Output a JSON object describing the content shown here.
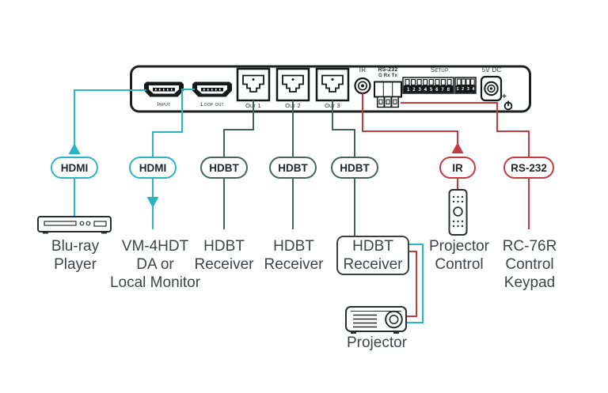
{
  "panel": {
    "input_label": "Input",
    "loop_out_label": "Loop out",
    "out1_label": "Out 1",
    "out2_label": "Out 2",
    "out3_label": "Out 3",
    "ir_label": "IR",
    "rs232_label": "RS-232",
    "rs232_pins_label": "G Rx Tx",
    "setup_label": "Setup",
    "setup_dip_numbers": "1 2 3 4 5 6 7 8",
    "setup_dip_numbers_aux": "1 2 3 4",
    "power_label": "5V DC",
    "power_plus_sign": "+"
  },
  "connection_badges": {
    "input": "HDMI",
    "loop_out": "HDMI",
    "out1": "HDBT",
    "out2": "HDBT",
    "out3": "HDBT",
    "ir": "IR",
    "rs232": "RS-232"
  },
  "connected_devices": {
    "bluray": "Blu-ray\nPlayer",
    "loop_monitor": "VM-4HDT\nDA or\nLocal Monitor",
    "receiver1": "HDBT\nReceiver",
    "receiver2": "HDBT\nReceiver",
    "receiver3": "HDBT\nReceiver",
    "ir_remote": "Projector\nControl",
    "rs232_keypad": "RC-76R\nControl\nKeypad",
    "projector": "Projector"
  },
  "colors": {
    "hdmi_cable": "#2cb4c3",
    "hdbt_cable": "#47645a",
    "control_cable": "#c23a44",
    "panel_outline": "#1d1f21",
    "device_label_text": "#3f4347"
  },
  "icons": {
    "hdmi_port": "hdmi-connector-icon",
    "rj45_port": "rj45-jack-icon",
    "ir_port": "minijack-icon",
    "rs232_port": "terminal-block-icon",
    "setup": "dip-switch-icon",
    "power": "dc-jack-icon",
    "power_symbol": "⏻",
    "bluray_device": "blu-ray-player-icon",
    "ir_device": "remote-control-icon",
    "projector_device": "projector-icon"
  }
}
